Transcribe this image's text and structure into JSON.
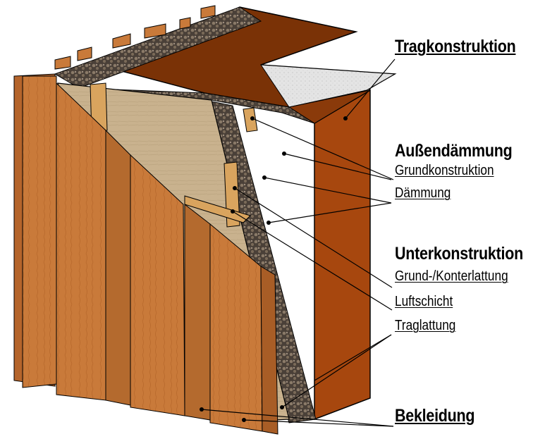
{
  "labels": {
    "tragkonstruktion": "Tragkonstruktion",
    "aussendaemmung": "Außendämmung",
    "grundkonstruktion": "Grundkonstruktion",
    "daemmung": "Dämmung",
    "unterkonstruktion": "Unterkonstruktion",
    "grund_konterlattung": "Grund-/Konterlattung",
    "luftschicht": "Luftschicht",
    "traglattung": "Traglattung",
    "bekleidung": "Bekleidung"
  },
  "colors": {
    "wall_concrete": "#e2e2e2",
    "wall_top": "#7a3206",
    "wall_side": "#a7470e",
    "insulation": "#c7b08c",
    "insulation_edge": "#5a5048",
    "batten": "#d9a45e",
    "cladding": "#c97a3a",
    "cladding_dark": "#a85d26",
    "leader_line": "#000000"
  }
}
